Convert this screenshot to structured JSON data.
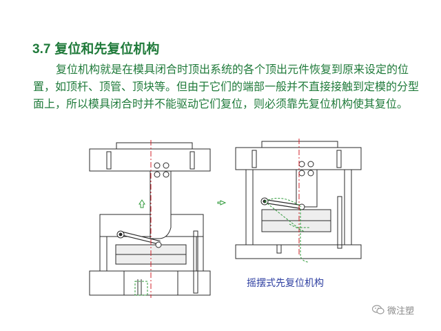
{
  "slide": {
    "section_number": "3.7",
    "title": "复位和先复位机构",
    "paragraph": "复位机构就是在模具闭合时顶出系统的各个顶出元件恢复到原来设定的位置，如顶杆、顶管、顶块等。但由于它们的端部一般并不直接接触到定模的分型面上，所以模具闭合时并不能驱动它们复位，则必须靠先复位机构使其复位。"
  },
  "figure": {
    "caption": "摇摆式先复位机构",
    "colors": {
      "outline": "#2a2a2a",
      "centerline": "#d0202a",
      "phantom": "#2f9a3a",
      "fill": "#e9e9e9"
    }
  },
  "watermark": {
    "text": "微注塑",
    "icon": "wechat-icon"
  }
}
